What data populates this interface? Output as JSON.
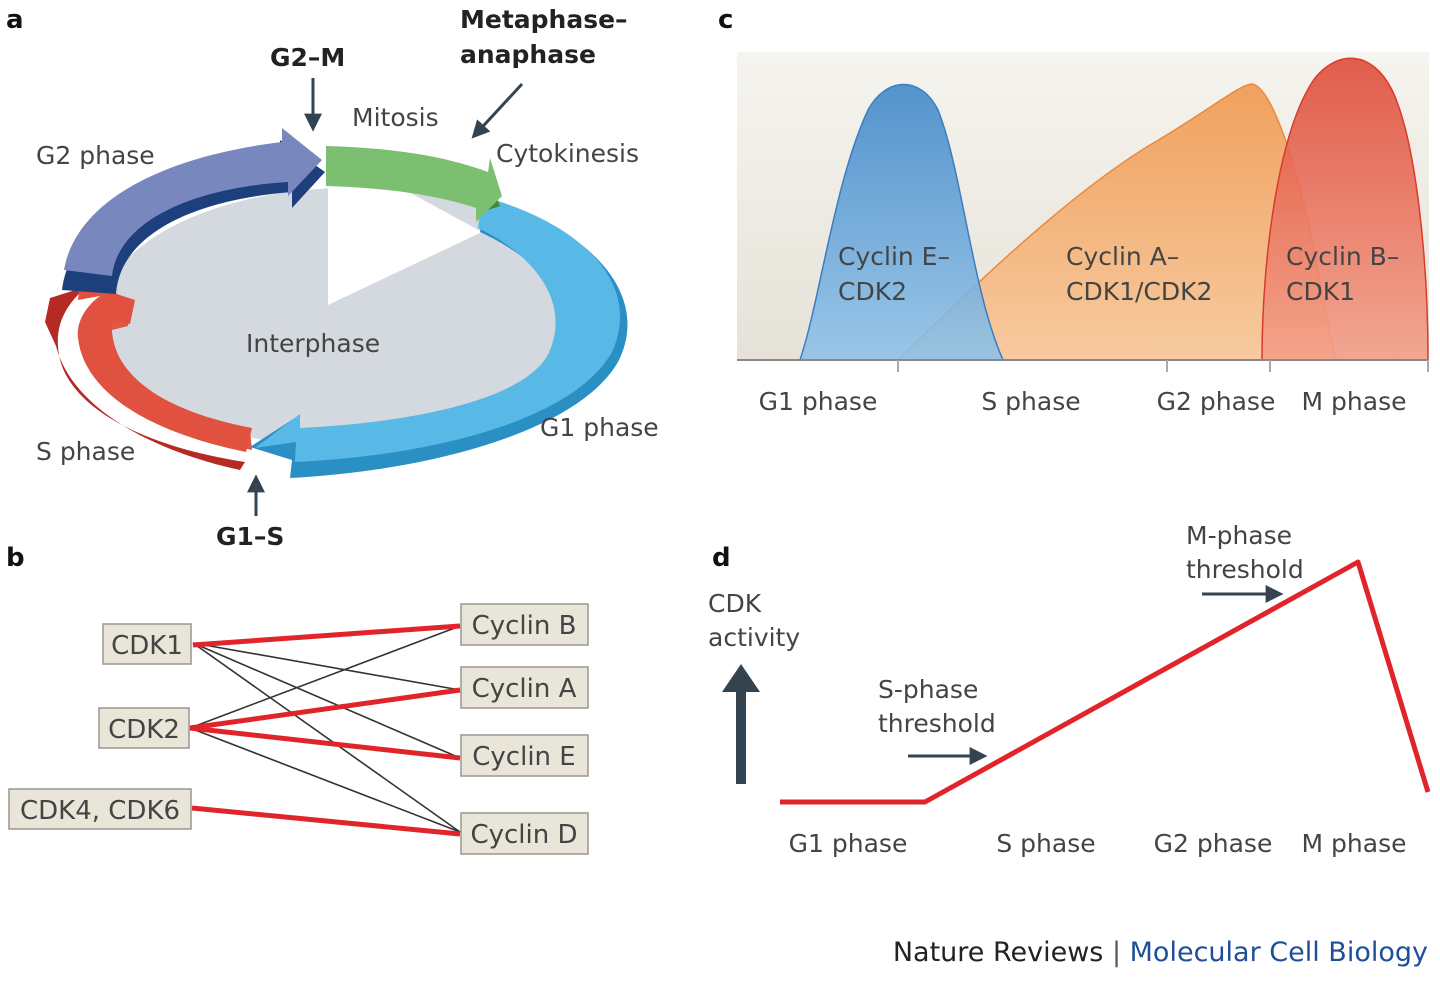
{
  "panels": {
    "a": {
      "letter": "a",
      "labels": {
        "g2m": "G2–M",
        "meta1": "Metaphase–",
        "meta2": "anaphase",
        "mitosis": "Mitosis",
        "cytokinesis": "Cytokinesis",
        "g2": "G2 phase",
        "interphase": "Interphase",
        "g1": "G1 phase",
        "s": "S phase",
        "g1s": "G1–S"
      },
      "colors": {
        "g1": "#4fb2e0",
        "s": "#d9433a",
        "g2": "#7584bd",
        "mitosis": "#74b56a",
        "interphase_disk": "#d4d8df"
      }
    },
    "b": {
      "letter": "b",
      "cdks": [
        "CDK1",
        "CDK2",
        "CDK4, CDK6"
      ],
      "cyclins": [
        "Cyclin B",
        "Cyclin A",
        "Cyclin E",
        "Cyclin D"
      ]
    },
    "c": {
      "letter": "c",
      "cyclin_e_1": "Cyclin E–",
      "cyclin_e_2": "CDK2",
      "cyclin_a_1": "Cyclin A–",
      "cyclin_a_2": "CDK1/CDK2",
      "cyclin_b_1": "Cyclin B–",
      "cyclin_b_2": "CDK1",
      "ticks": [
        "G1 phase",
        "S phase",
        "G2 phase",
        "M phase"
      ],
      "colors": {
        "cyclin_e": "#4a93cf",
        "cyclin_a": "#f2a765",
        "cyclin_b": "#e4604a",
        "background": "#ece9e1"
      }
    },
    "d": {
      "letter": "d",
      "ylabel1": "CDK",
      "ylabel2": "activity",
      "s_threshold_1": "S-phase",
      "s_threshold_2": "threshold",
      "m_threshold_1": "M-phase",
      "m_threshold_2": "threshold",
      "ticks": [
        "G1 phase",
        "S phase",
        "G2 phase",
        "M phase"
      ],
      "line_color": "#e0242a"
    }
  },
  "footer": {
    "journal": "Nature Reviews",
    "separator": " | ",
    "subject": "Molecular Cell Biology"
  },
  "chart_data": {
    "type": "line",
    "title": "",
    "xlabel": "",
    "ylabel": "CDK activity",
    "categories": [
      "G1 phase",
      "S phase",
      "G2 phase",
      "M phase"
    ],
    "annotations": [
      "S-phase threshold",
      "M-phase threshold"
    ]
  }
}
